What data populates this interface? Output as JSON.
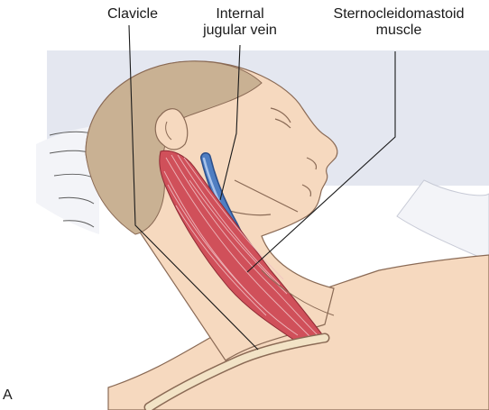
{
  "labels": {
    "clavicle": "Clavicle",
    "internal_jugular_vein": [
      "Internal",
      "jugular vein"
    ],
    "sternocleidomastoid": [
      "Sternocleidomastoid",
      "muscle"
    ],
    "panel_letter": "A"
  },
  "colors": {
    "background": "#ffffff",
    "panel_backdrop": "#e4e7f0",
    "pillow": "#f3f4f8",
    "skin": "#f6d9bf",
    "skin_outline": "#8a6a55",
    "hair": "#c9b193",
    "vein": "#4f7ec2",
    "muscle": "#d0505a",
    "muscle_fiber": "#f0c0c4",
    "catheter": "#f2e3c6",
    "leader_line": "#1a1a1a"
  },
  "icons": [
    "patient-head-illustration",
    "vein-icon",
    "muscle-icon",
    "catheter-icon"
  ]
}
